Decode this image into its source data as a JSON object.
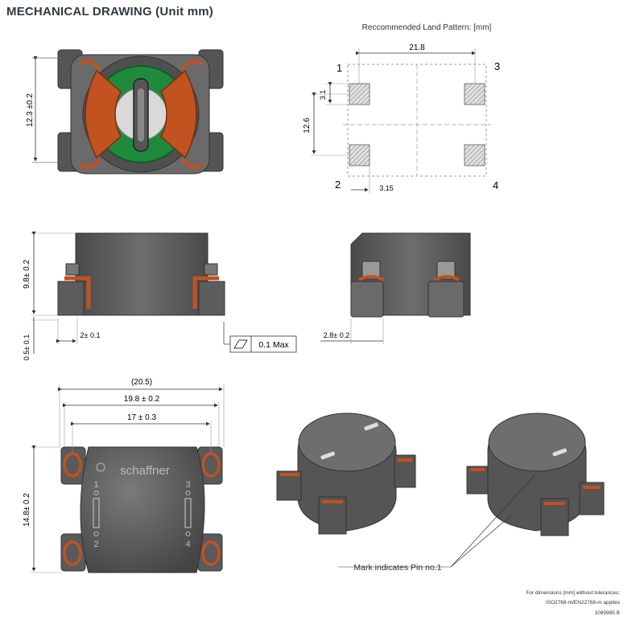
{
  "title": "MECHANICAL DRAWING (Unit mm)",
  "land_pattern": {
    "caption": "Reccommended Land Pattern: [mm]",
    "width": "21.8",
    "height": "12.6",
    "pad_height": "3.1",
    "pad_width": "3.15",
    "pins": [
      "1",
      "2",
      "3",
      "4"
    ]
  },
  "top_view": {
    "dim_label": "12.3 ±0.2"
  },
  "side_view": {
    "height": "9.8± 0.2",
    "standoff": "0.5± 0.1",
    "terminal": "2± 0.1",
    "flatness": "0.1 Max"
  },
  "end_view": {
    "terminal": "2.8± 0.2"
  },
  "bottom_view": {
    "overall": "(20.5)",
    "width": "19.8 ± 0.2",
    "pitch": "17 ± 0.3",
    "height": "14.8± 0.2",
    "brand": "schaffner",
    "pin_labels": [
      "1",
      "3",
      "2",
      "4"
    ]
  },
  "iso_note": "Mark indicates Pin no.1",
  "notes": [
    "For dimensions [mm] without tolerances:",
    "ISO2768-m/EN22768-m applies",
    "1089985  B"
  ],
  "colors": {
    "body": "#5a5a5a",
    "copper": "#c2521f",
    "ring": "#1f8a3c",
    "line": "#444444"
  }
}
